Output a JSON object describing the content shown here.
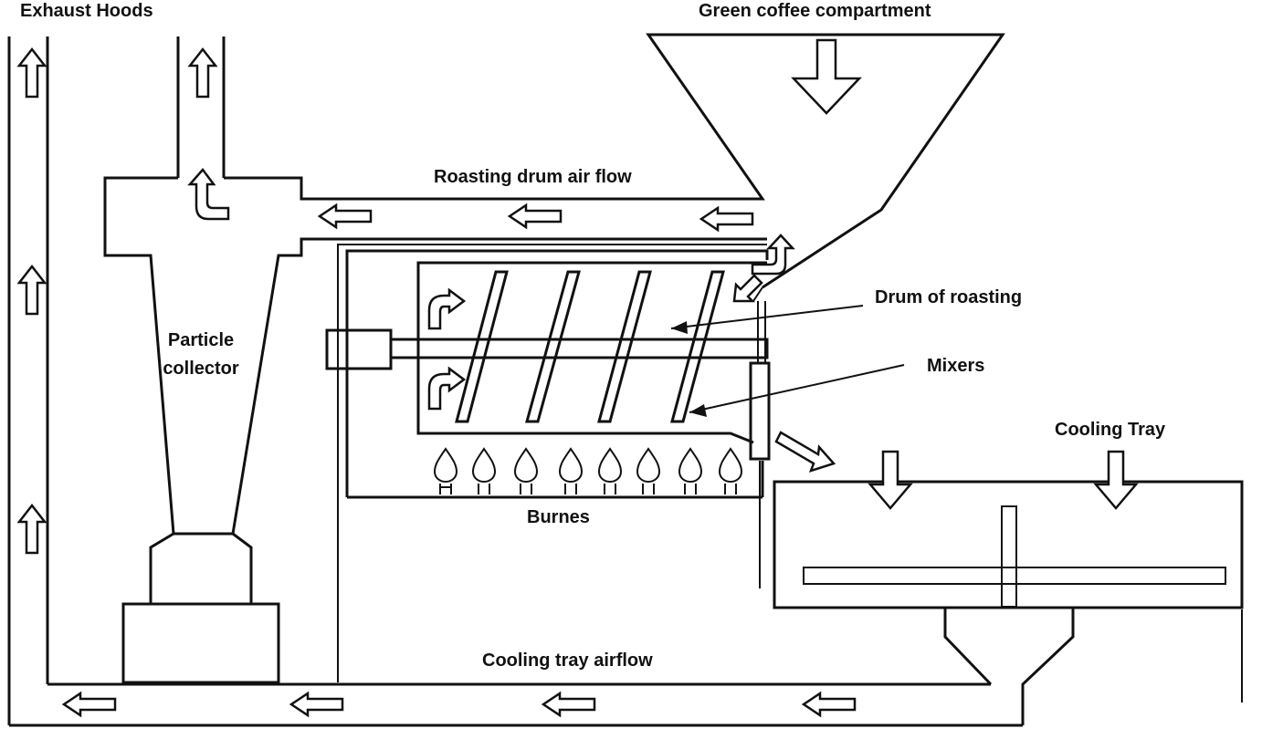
{
  "labels": {
    "exhaust_hoods": "Exhaust Hoods",
    "green_coffee": "Green coffee compartment",
    "roasting_air": "Roasting drum air flow",
    "particle_line1": "Particle",
    "particle_line2": "collector",
    "drum": "Drum of roasting",
    "mixers": "Mixers",
    "cooling_tray": "Cooling Tray",
    "burners": "Burnes",
    "cooling_airflow": "Cooling tray airflow"
  },
  "icons": [
    "up-arrow-icon",
    "left-arrow-icon",
    "down-arrow-icon",
    "curved-arrow-icon",
    "flame-icon"
  ]
}
